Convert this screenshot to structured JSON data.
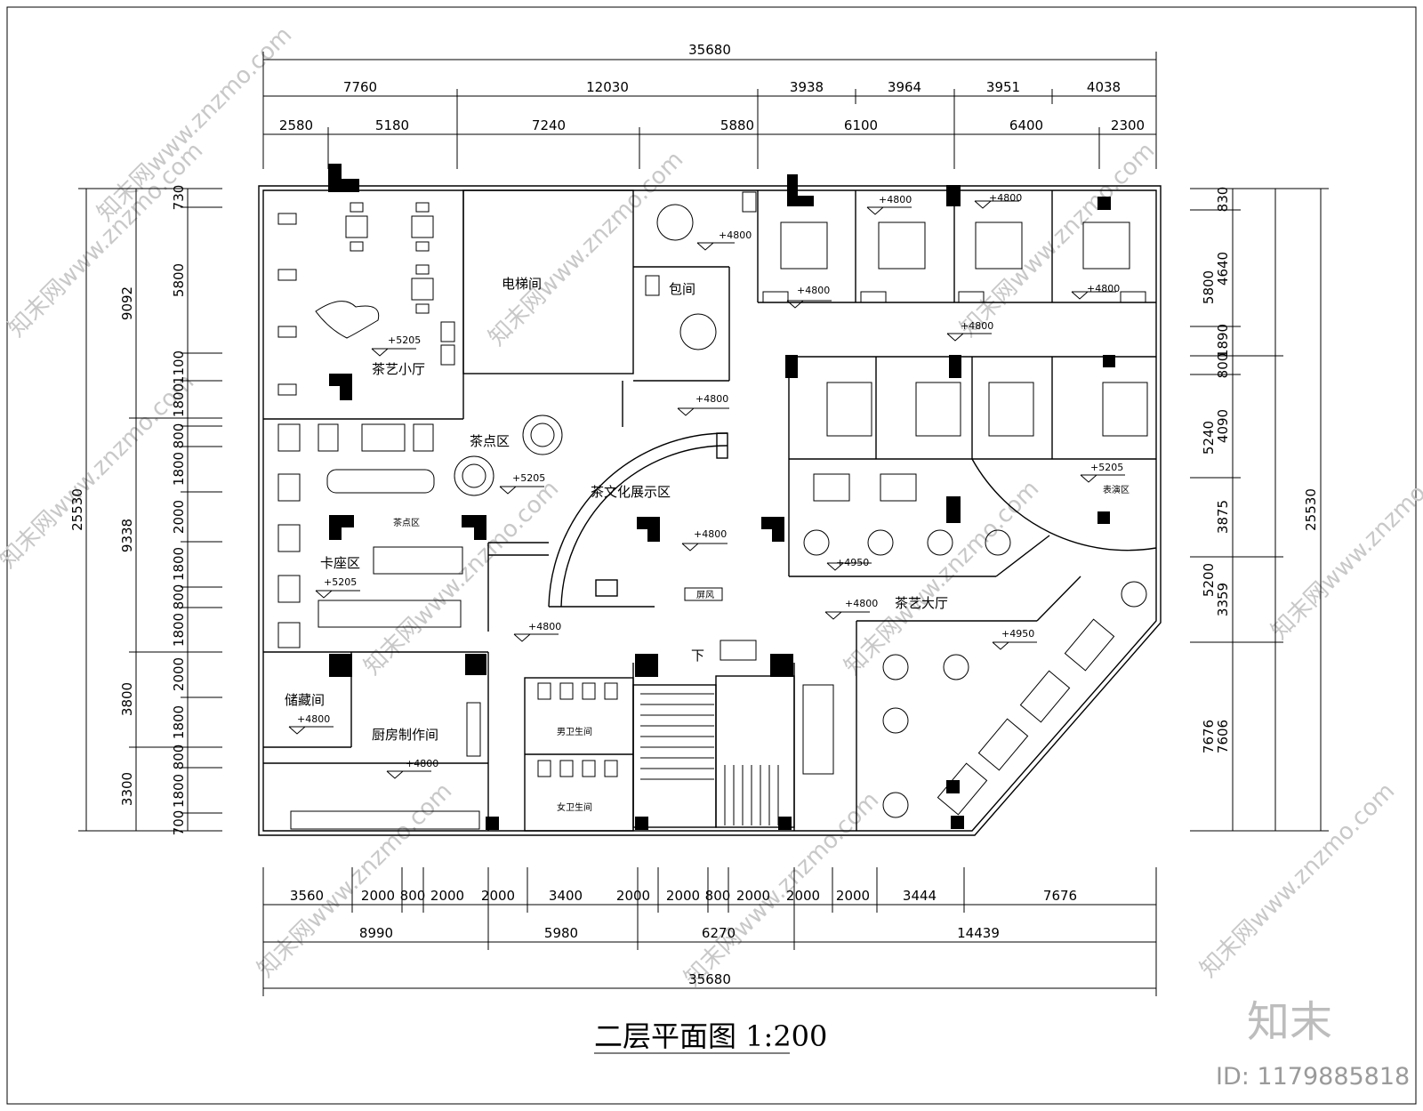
{
  "drawing": {
    "title": "二层平面图  1:200",
    "logo": "知末",
    "id_label": "ID: 1179885818",
    "watermark": "知末网www.znzmo.com"
  },
  "dimensions": {
    "top_total": "35680",
    "top_row1": [
      "7760",
      "12030",
      "3938",
      "3964",
      "3951",
      "4038"
    ],
    "top_row2": [
      "2580",
      "5180",
      "7240",
      "5880",
      "6100",
      "6400",
      "2300"
    ],
    "bottom_row1": [
      "3560",
      "2000",
      "800",
      "2000",
      "2000",
      "3400",
      "2000",
      "2000",
      "800",
      "2000",
      "2000",
      "2000",
      "3444",
      "7676"
    ],
    "bottom_row2": [
      "8990",
      "5980",
      "6270",
      "14439"
    ],
    "bottom_total": "35680",
    "left_outer": "25530",
    "left_mid": [
      "9092",
      "9338",
      "3800",
      "3300"
    ],
    "left_inner": [
      "730",
      "5800",
      "1100",
      "1800",
      "800",
      "1800",
      "2000",
      "1800",
      "800",
      "1800",
      "2000",
      "1800",
      "800",
      "1800",
      "700"
    ],
    "right_inner": [
      "830",
      "4640",
      "1890",
      "800",
      "4090",
      "3875",
      "3359",
      "7606"
    ],
    "right_mid": [
      "5800",
      "5240",
      "5200",
      "7676"
    ],
    "right_outer": "25530"
  },
  "rooms": {
    "tea_small_hall": "茶艺小厅",
    "elevator": "电梯间",
    "private_room": "包间",
    "tea_snack_area": "茶点区",
    "tea_culture_display": "茶文化展示区",
    "booth_area": "卡座区",
    "storage": "储藏间",
    "kitchen": "厨房制作间",
    "mens_wc": "男卫生间",
    "womens_wc": "女卫生间",
    "tea_main_hall": "茶艺大厅",
    "performance_area": "表演区",
    "screen": "屏风",
    "down": "下",
    "small_label": "茶点区"
  },
  "elevations": {
    "e5205": "+5205",
    "e4800": "+4800",
    "e4950": "+4950"
  }
}
